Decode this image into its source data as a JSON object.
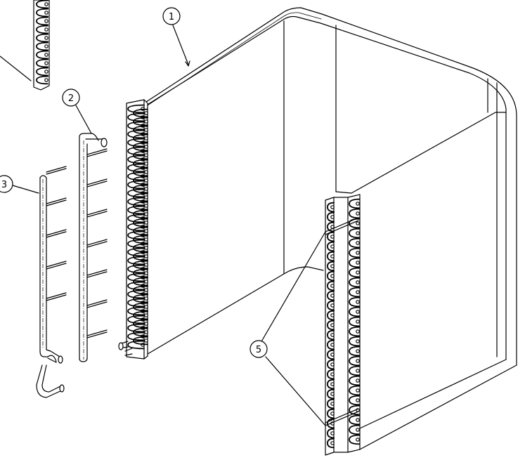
{
  "callouts": [
    {
      "id": "callout-1",
      "label": "1"
    },
    {
      "id": "callout-2",
      "label": "2"
    },
    {
      "id": "callout-3",
      "label": "3"
    },
    {
      "id": "callout-5",
      "label": "5"
    }
  ],
  "colors": {
    "stroke": "#000000",
    "background": "#ffffff"
  }
}
